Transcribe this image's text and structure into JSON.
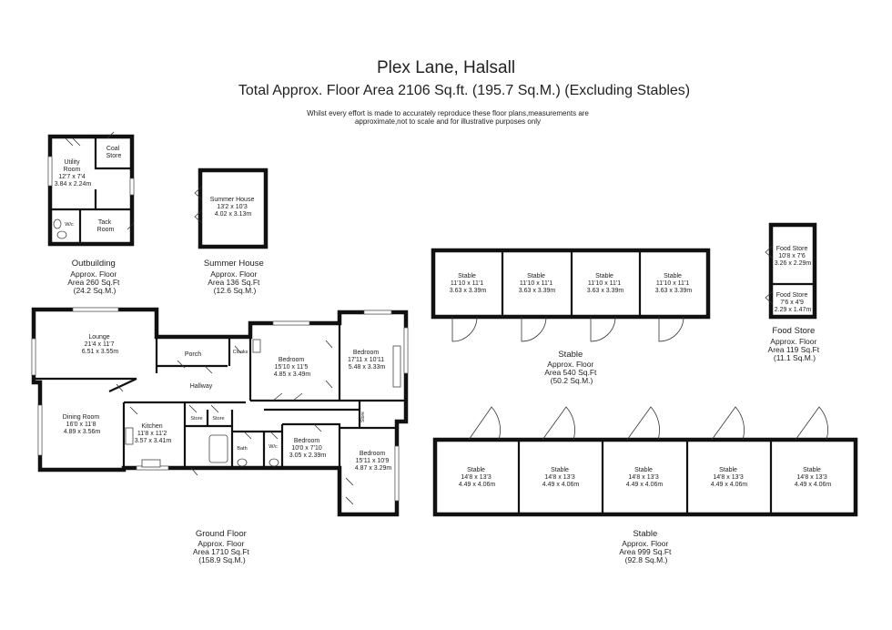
{
  "header": {
    "title": "Plex Lane, Halsall",
    "subtitle": "Total Approx. Floor Area 2106 Sq.ft. (195.7 Sq.M.) (Excluding Stables)",
    "disclaimer": "Whilst every effort is made to accurately reproduce these floor plans,measurements are approximate,not to scale and for illustrative purposes only"
  },
  "outbuilding": {
    "rooms": {
      "utility": [
        "Utility",
        "Room",
        "12'7 x 7'4",
        "3.84 x 2.24m"
      ],
      "coal": [
        "Coal",
        "Store"
      ],
      "tack": [
        "Tack",
        "Room"
      ],
      "wc": "W/c"
    },
    "caption": [
      "Outbuilding",
      "Approx. Floor",
      "Area 260 Sq.Ft",
      "(24.2 Sq.M.)"
    ]
  },
  "summer_house": {
    "room": [
      "Summer House",
      "13'2 x 10'3",
      "4.02 x 3.13m"
    ],
    "caption": [
      "Summer House",
      "Approx. Floor",
      "Area 136 Sq.Ft",
      "(12.6 Sq.M.)"
    ]
  },
  "food_store": {
    "rooms": {
      "upper": [
        "Food Store",
        "10'8 x 7'6",
        "3.26 x 2.29m"
      ],
      "lower": [
        "Food Store",
        "7'6 x 4'9",
        "2.29 x 1.47m"
      ]
    },
    "caption": [
      "Food Store",
      "Approx. Floor",
      "Area 119 Sq.Ft",
      "(11.1 Sq.M.)"
    ]
  },
  "stable_small": {
    "stalls": [
      [
        "Stable",
        "11'10 x 11'1",
        "3.63 x 3.39m"
      ],
      [
        "Stable",
        "11'10 x 11'1",
        "3.63 x 3.39m"
      ],
      [
        "Stable",
        "11'10 x 11'1",
        "3.63 x 3.39m"
      ],
      [
        "Stable",
        "11'10 x 11'1",
        "3.63 x 3.39m"
      ]
    ],
    "caption": [
      "Stable",
      "Approx. Floor",
      "Area 540 Sq.Ft",
      "(50.2 Sq.M.)"
    ]
  },
  "stable_large": {
    "stalls": [
      [
        "Stable",
        "14'8 x 13'3",
        "4.49 x 4.06m"
      ],
      [
        "Stable",
        "14'8 x 13'3",
        "4.49 x 4.06m"
      ],
      [
        "Stable",
        "14'8 x 13'3",
        "4.49 x 4.06m"
      ],
      [
        "Stable",
        "14'8 x 13'3",
        "4.49 x 4.06m"
      ],
      [
        "Stable",
        "14'8 x 13'3",
        "4.49 x 4.06m"
      ]
    ],
    "caption": [
      "Stable",
      "Approx. Floor",
      "Area 999 Sq.Ft",
      "(92.8 Sq.M.)"
    ]
  },
  "ground_floor": {
    "rooms": {
      "lounge": [
        "Lounge",
        "21'4 x 11'7",
        "6.51 x 3.55m"
      ],
      "porch": "Porch",
      "cloaks": "Cloaks",
      "hallway": "Hallway",
      "dining": [
        "Dining Room",
        "16'0 x 11'8",
        "4.89 x 3.56m"
      ],
      "kitchen": [
        "Kitchen",
        "11'8 x 11'2",
        "3.57 x 3.41m"
      ],
      "store1": "Store",
      "store2": "Store",
      "store3": "Store",
      "bath": "Bath",
      "wc": "W/c",
      "bed1": [
        "Bedroom",
        "15'10 x 11'5",
        "4.85 x 3.49m"
      ],
      "bed2": [
        "Bedroom",
        "17'11 x 10'11",
        "5.48 x 3.33m"
      ],
      "bed3": [
        "Bedroom",
        "10'0 x 7'10",
        "3.05 x 2.39m"
      ],
      "bed4": [
        "Bedroom",
        "15'11 x 10'9",
        "4.87 x 3.29m"
      ]
    },
    "caption": [
      "Ground Floor",
      "Approx. Floor",
      "Area 1710 Sq.Ft",
      "(158.9 Sq.M.)"
    ]
  }
}
